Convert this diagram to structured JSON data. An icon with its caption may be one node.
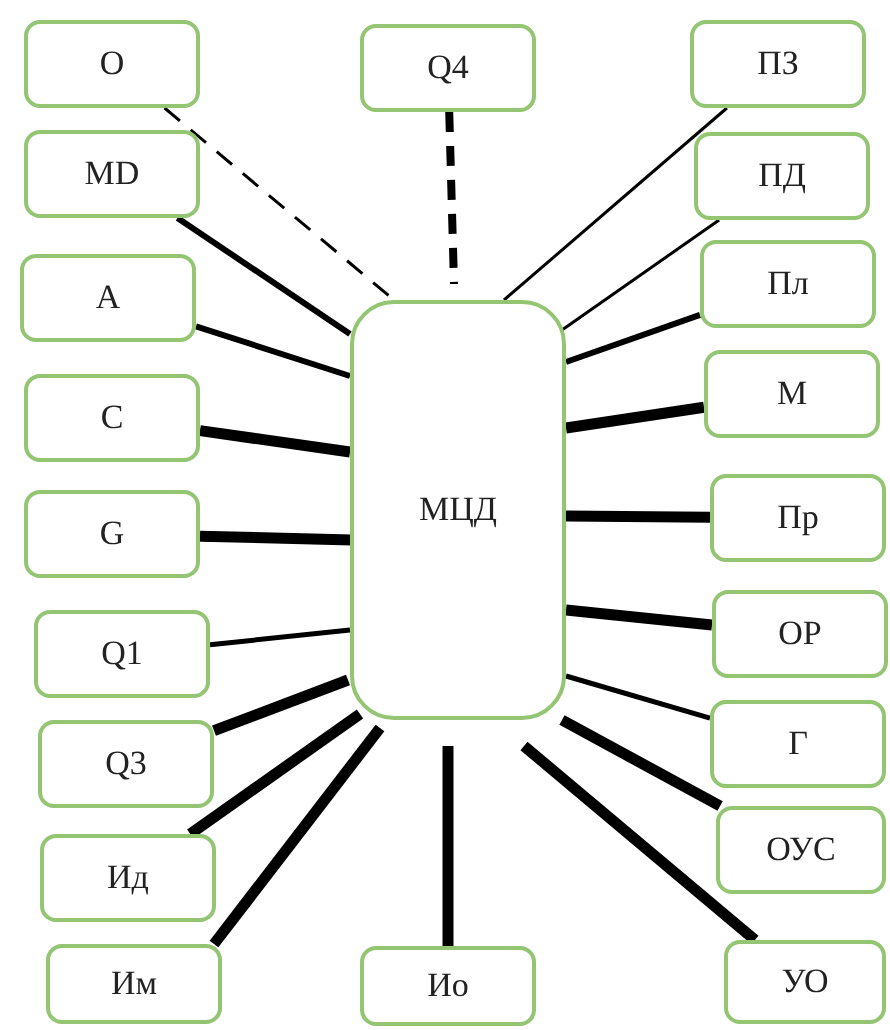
{
  "diagram": {
    "nodes": [
      {
        "text": [
          "О"
        ]
      },
      {
        "text": [
          "Q4"
        ]
      },
      {
        "text": [
          "ПЗ"
        ]
      },
      {
        "text": [
          "MD"
        ]
      },
      {
        "text": [
          "ПД"
        ]
      },
      {
        "text": [
          "А"
        ]
      },
      {
        "text": [
          "Пл"
        ]
      },
      {
        "text": [
          "М"
        ]
      },
      {
        "text": [
          "С"
        ]
      },
      {
        "text": [
          "МЦД"
        ]
      },
      {
        "text": [
          "G"
        ]
      },
      {
        "text": [
          "Пр"
        ]
      },
      {
        "text": [
          "Q1"
        ]
      },
      {
        "text": [
          "ОР"
        ]
      },
      {
        "text": [
          "Q3"
        ]
      },
      {
        "text": [
          "Г"
        ]
      },
      {
        "text": [
          "Ид"
        ]
      },
      {
        "text": [
          "ОУС"
        ]
      },
      {
        "text": [
          "Им"
        ]
      },
      {
        "text": [
          "Ио"
        ]
      },
      {
        "text": [
          "УО"
        ]
      }
    ],
    "edges": [
      {
        "from": 0,
        "to": 9,
        "arrow": "none",
        "style": "dashed"
      },
      {
        "from": 1,
        "to": 9,
        "arrow": "none",
        "style": "dashed"
      },
      {
        "from": 2,
        "to": 9,
        "arrow": "none"
      },
      {
        "from": 3,
        "to": 9,
        "arrow": "none"
      },
      {
        "from": 4,
        "to": 9,
        "arrow": "none"
      },
      {
        "from": 5,
        "to": 9,
        "arrow": "none"
      },
      {
        "from": 6,
        "to": 9,
        "arrow": "none"
      },
      {
        "from": 7,
        "to": 9,
        "arrow": "none"
      },
      {
        "from": 8,
        "to": 9,
        "arrow": "none"
      },
      {
        "from": 10,
        "to": 9,
        "arrow": "none"
      },
      {
        "from": 11,
        "to": 9,
        "arrow": "none"
      },
      {
        "from": 12,
        "to": 9,
        "arrow": "none"
      },
      {
        "from": 13,
        "to": 9,
        "arrow": "none"
      },
      {
        "from": 14,
        "to": 9,
        "arrow": "none"
      },
      {
        "from": 15,
        "to": 9,
        "arrow": "none"
      },
      {
        "from": 16,
        "to": 9,
        "arrow": "none"
      },
      {
        "from": 17,
        "to": 9,
        "arrow": "none"
      },
      {
        "from": 18,
        "to": 9,
        "arrow": "none"
      },
      {
        "from": 19,
        "to": 9,
        "arrow": "none"
      },
      {
        "from": 20,
        "to": 9,
        "arrow": "none"
      }
    ]
  }
}
